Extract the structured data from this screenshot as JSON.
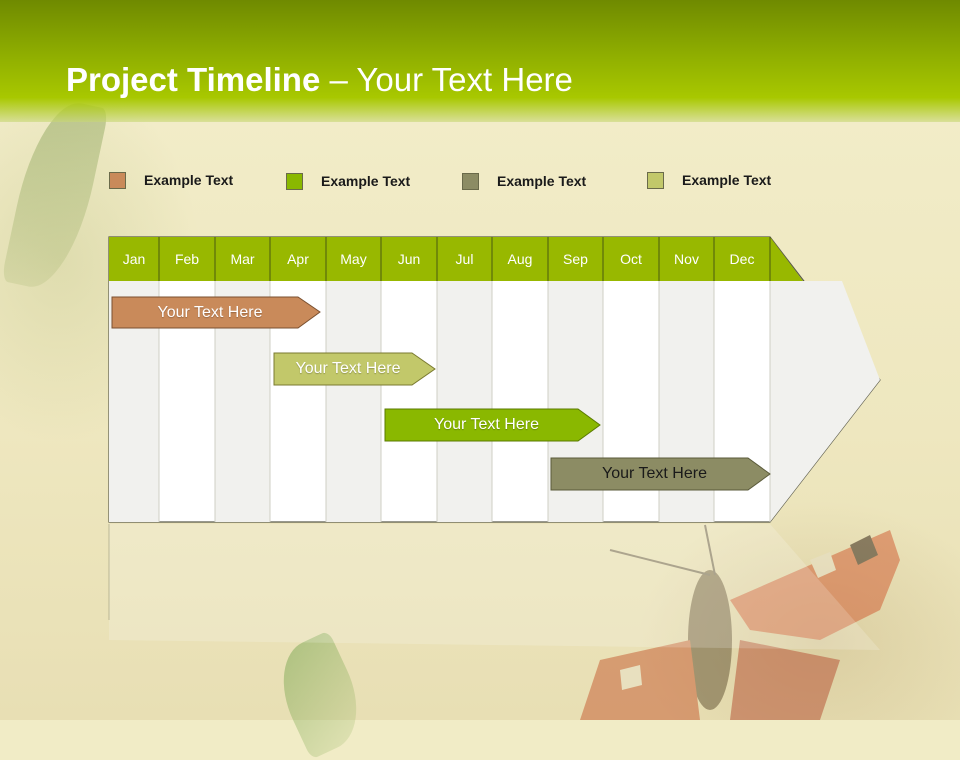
{
  "header": {
    "title_bold": "Project Timeline",
    "title_rest": " – Your Text Here",
    "color": "#98b800"
  },
  "legend": [
    {
      "label": "Example Text",
      "color": "#c98a5a"
    },
    {
      "label": "Example Text",
      "color": "#8ab800"
    },
    {
      "label": "Example Text",
      "color": "#8c8c64"
    },
    {
      "label": "Example Text",
      "color": "#c2c86a"
    }
  ],
  "timeline": {
    "months": [
      "Jan",
      "Feb",
      "Mar",
      "Apr",
      "May",
      "Jun",
      "Jul",
      "Aug",
      "Sep",
      "Oct",
      "Nov",
      "Dec"
    ],
    "bars": [
      {
        "label": "Your  Text Here",
        "color": "#c98a5a"
      },
      {
        "label": "Your  Text Here",
        "color": "#c2c86a"
      },
      {
        "label": "Your  Text Here",
        "color": "#8ab800"
      },
      {
        "label": "Your  Text Here",
        "color": "#8c8c64"
      }
    ]
  }
}
